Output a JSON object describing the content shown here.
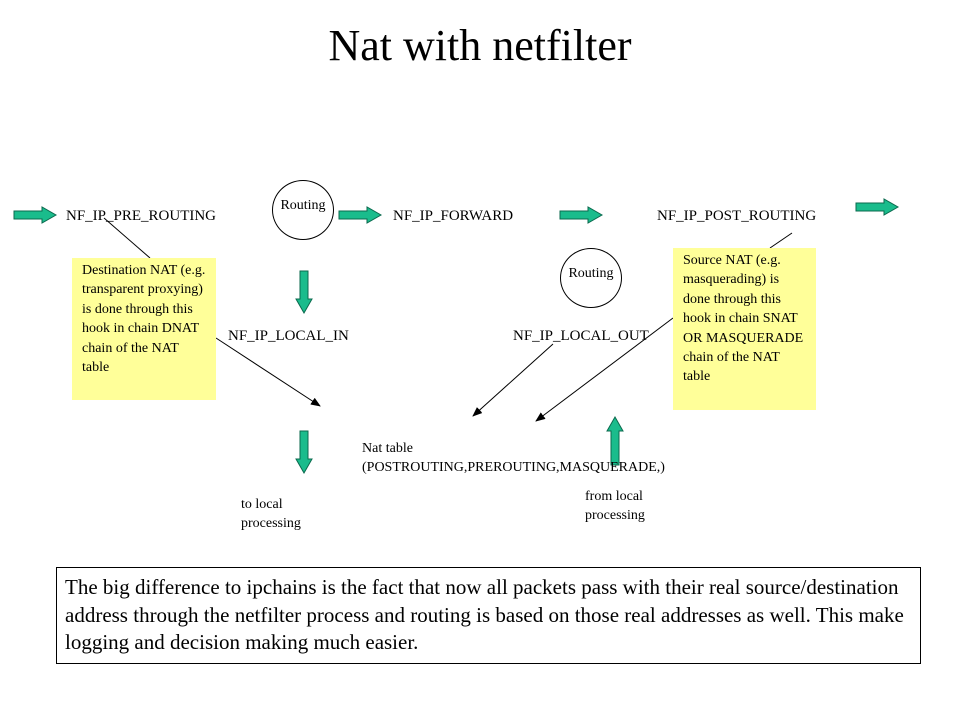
{
  "title": "Nat with netfilter",
  "colors": {
    "arrow_fill": "#1abc8c",
    "arrow_stroke": "#0b6a4e",
    "note_fill": "#ffff99"
  },
  "nodes": {
    "pre_routing": "NF_IP_PRE_ROUTING",
    "forward": "NF_IP_FORWARD",
    "post_routing": "NF_IP_POST_ROUTING",
    "local_in": "NF_IP_LOCAL_IN",
    "local_out": "NF_IP_LOCAL_OUT",
    "routing_top": "Routing",
    "routing_right": "Routing"
  },
  "notes": {
    "dnat": "Destination NAT (e.g. transparent proxying) is done through this hook in chain DNAT chain of the NAT table",
    "snat": "Source NAT (e.g. masquerading) is done through this hook in chain SNAT OR MASQUERADE chain of the NAT table"
  },
  "labels": {
    "nat_table": "Nat table (POSTROUTING,PREROUTING,MASQUERADE,)",
    "to_local": "to local processing",
    "from_local": "from local processing"
  },
  "summary": "The big difference to ipchains is the fact that now all packets pass with their real source/destination address through the netfilter process and routing is based on those real addresses as well. This make logging and decision making much easier."
}
